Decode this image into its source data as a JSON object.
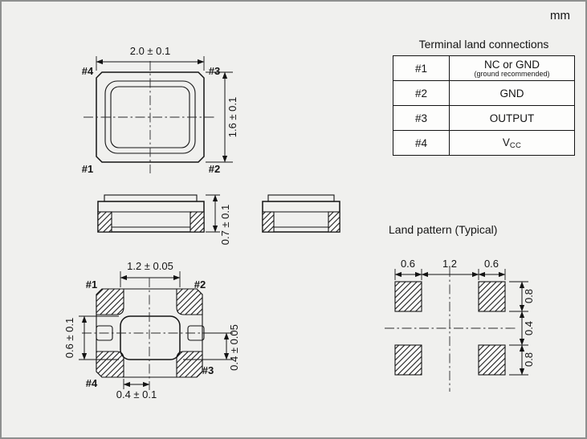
{
  "page": {
    "unit": "mm"
  },
  "terminal_table": {
    "title": "Terminal land connections",
    "rows": [
      {
        "pin": "#1",
        "value": "NC or GND",
        "note": "(ground recommended)"
      },
      {
        "pin": "#2",
        "value": "GND"
      },
      {
        "pin": "#3",
        "value": "OUTPUT"
      },
      {
        "pin": "#4",
        "value": "V",
        "value_sub": "CC"
      }
    ]
  },
  "top_view": {
    "dim_width": "2.0 ± 0.1",
    "dim_height": "1.6 ± 0.1",
    "pin_top_left": "#4",
    "pin_top_right": "#3",
    "pin_bottom_left": "#1",
    "pin_bottom_right": "#2"
  },
  "side_view": {
    "dim_height": "0.7 ± 0.1"
  },
  "bottom_view": {
    "dim_top": "1.2 ± 0.05",
    "dim_left": "0.6 ± 0.1",
    "dim_bottom": "0.4 ± 0.1",
    "dim_right": "0.4 ± 0.05",
    "pin_top_left": "#1",
    "pin_top_right": "#2",
    "pin_bottom_right": "#3",
    "pin_bottom_left": "#4"
  },
  "land_pattern": {
    "title": "Land pattern (Typical)",
    "dim_left_pad": "0.6",
    "dim_center_gap": "1.2",
    "dim_right_pad": "0.6",
    "dim_top_pad": "0.8",
    "dim_middle_gap": "0.4",
    "dim_bottom_pad": "0.8"
  }
}
